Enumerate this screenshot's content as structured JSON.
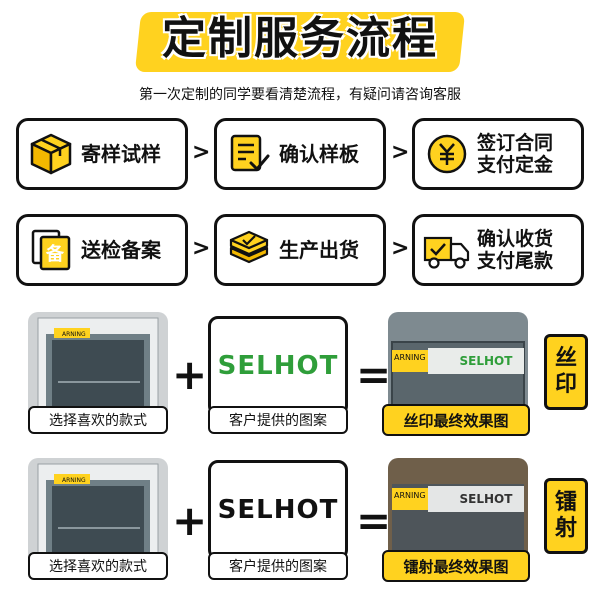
{
  "header": {
    "title": "定制服务流程",
    "subtitle": "第一次定制的同学要看清楚流程，有疑问请咨询客服"
  },
  "steps": [
    {
      "label": "寄样试样",
      "icon": "box-icon"
    },
    {
      "label": "确认样板",
      "icon": "checklist-icon"
    },
    {
      "line1": "签订合同",
      "line2": "支付定金",
      "icon": "coin-icon"
    },
    {
      "label": "送检备案",
      "icon": "file-icon",
      "icon_text": "备"
    },
    {
      "label": "生产出货",
      "icon": "layers-icon"
    },
    {
      "line1": "确认收货",
      "line2": "支付尾款",
      "icon": "truck-icon"
    }
  ],
  "rows": [
    {
      "product_caption": "选择喜欢的款式",
      "pattern_caption": "客户提供的图案",
      "logo_text": "SELHOT",
      "logo_color": "#2f9e3a",
      "result_caption": "丝印最终效果图",
      "tag_line1": "丝",
      "tag_line2": "印",
      "warning_text": "ARNING"
    },
    {
      "product_caption": "选择喜欢的款式",
      "pattern_caption": "客户提供的图案",
      "logo_text": "SELHOT",
      "logo_color": "#111111",
      "result_caption": "镭射最终效果图",
      "tag_line1": "镭",
      "tag_line2": "射",
      "warning_text": "ARNING"
    }
  ],
  "symbols": {
    "plus": "+",
    "equals": "=",
    "arrow": ">"
  },
  "colors": {
    "accent": "#ffd21f",
    "border": "#111111",
    "silk_green": "#2f9e3a"
  }
}
